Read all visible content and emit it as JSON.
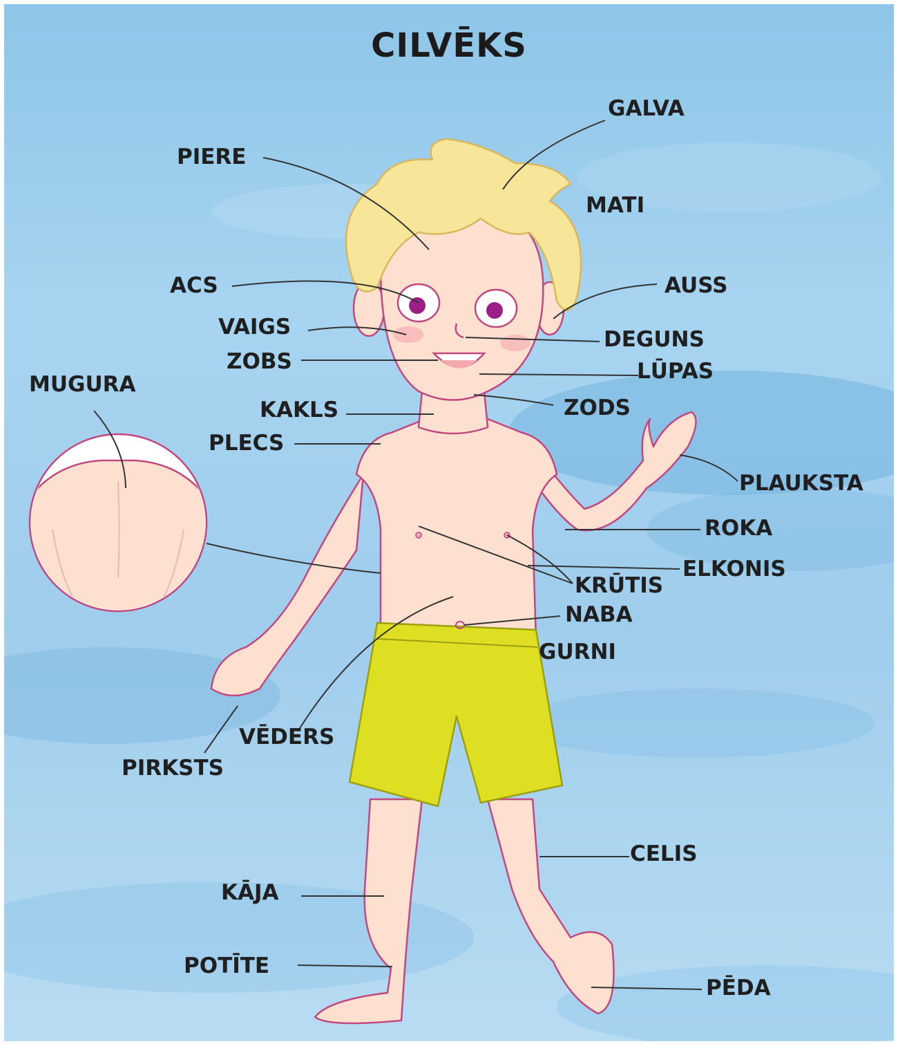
{
  "title": "CILVĒKS",
  "colors": {
    "background": "#9fcdec",
    "skin": "#fde0cf",
    "outline": "#c2477e",
    "hair": "#f7e59a",
    "shorts": "#dede22",
    "iris": "#9b1f86",
    "leader_line": "#333333",
    "label_text": "#1f1f1f"
  },
  "labels": {
    "galva": "GALVA",
    "piere": "PIERE",
    "mati": "MATI",
    "acs": "ACS",
    "auss": "AUSS",
    "vaigs": "VAIGS",
    "deguns": "DEGUNS",
    "zobs": "ZOBS",
    "lupas": "LŪPAS",
    "mugura": "MUGURA",
    "kakls": "KAKLS",
    "zods": "ZODS",
    "plecs": "PLECS",
    "plauksta": "PLAUKSTA",
    "roka": "ROKA",
    "elkonis": "ELKONIS",
    "krutis": "KRŪTIS",
    "naba": "NABA",
    "gurni": "GURNI",
    "veders": "VĒDERS",
    "pirksts": "PIRKSTS",
    "celis": "CELIS",
    "kaja": "KĀJA",
    "potite": "POTĪTE",
    "peda": "PĒDA"
  }
}
